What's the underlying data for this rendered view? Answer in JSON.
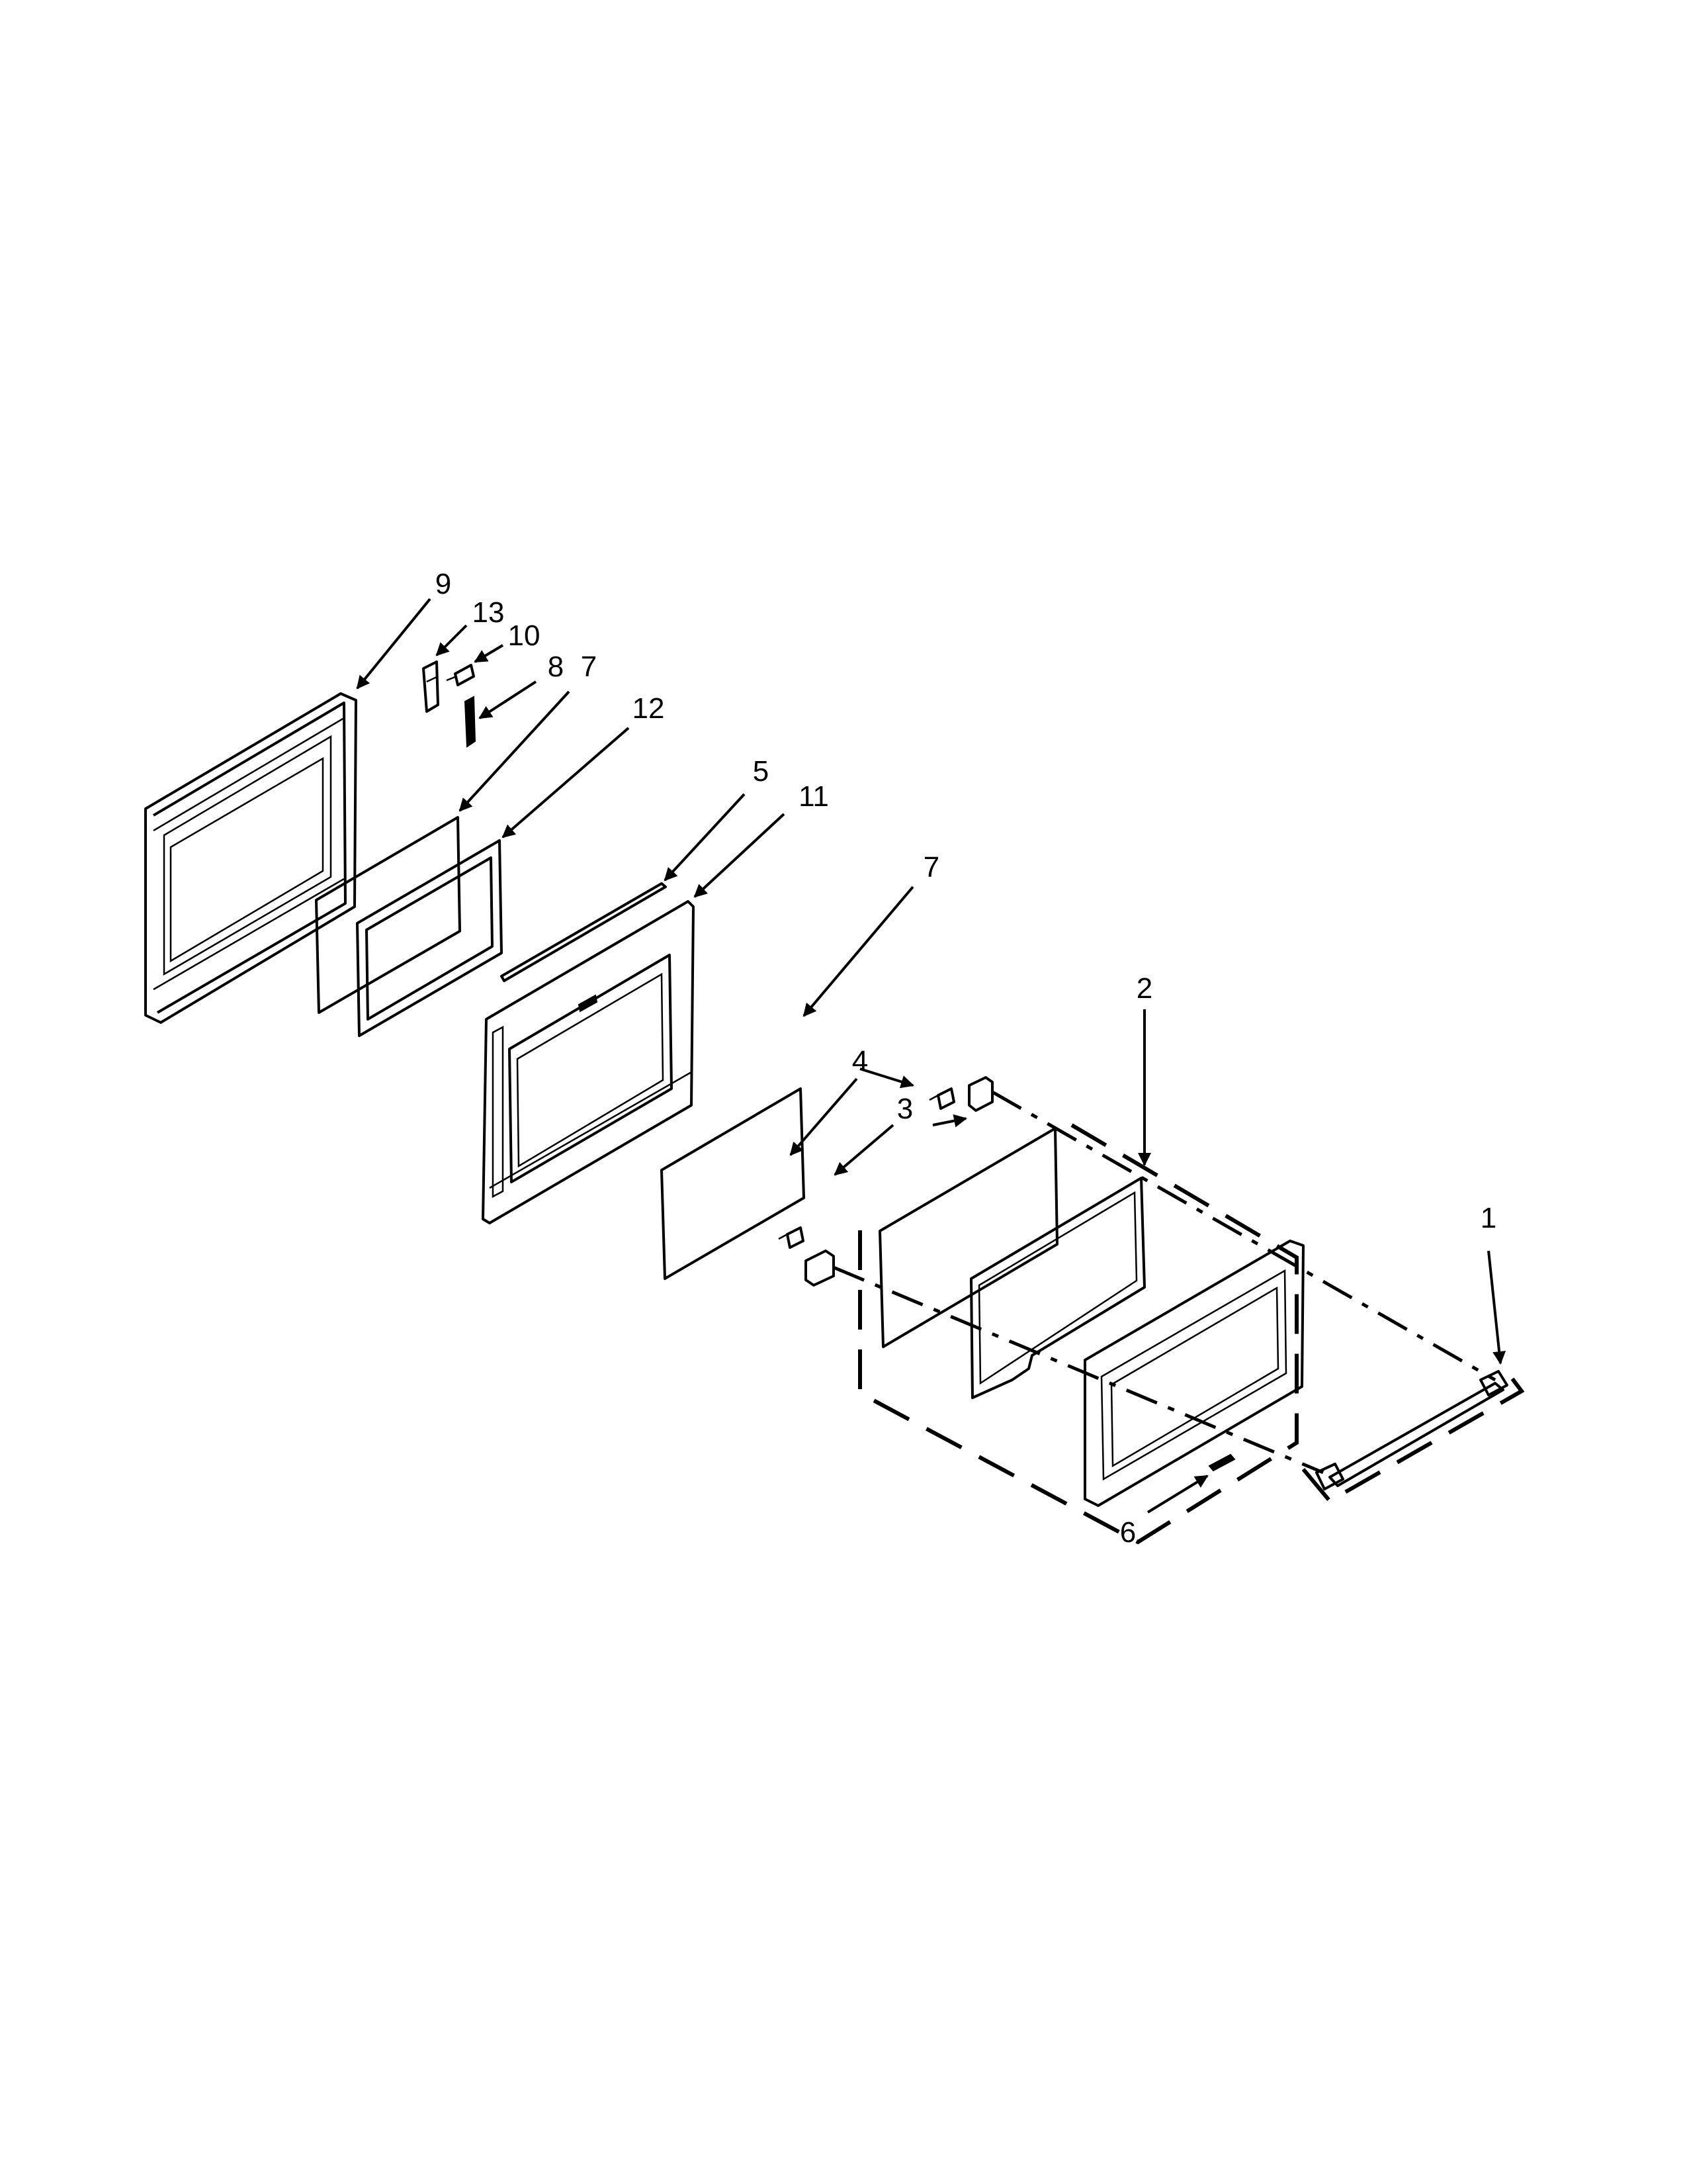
{
  "callouts": [
    "9",
    "13",
    "10",
    "8",
    "7",
    "12",
    "5",
    "11",
    "7",
    "2",
    "4",
    "3",
    "1",
    "6"
  ],
  "colors": {
    "line": "#000000",
    "background": "#ffffff"
  }
}
